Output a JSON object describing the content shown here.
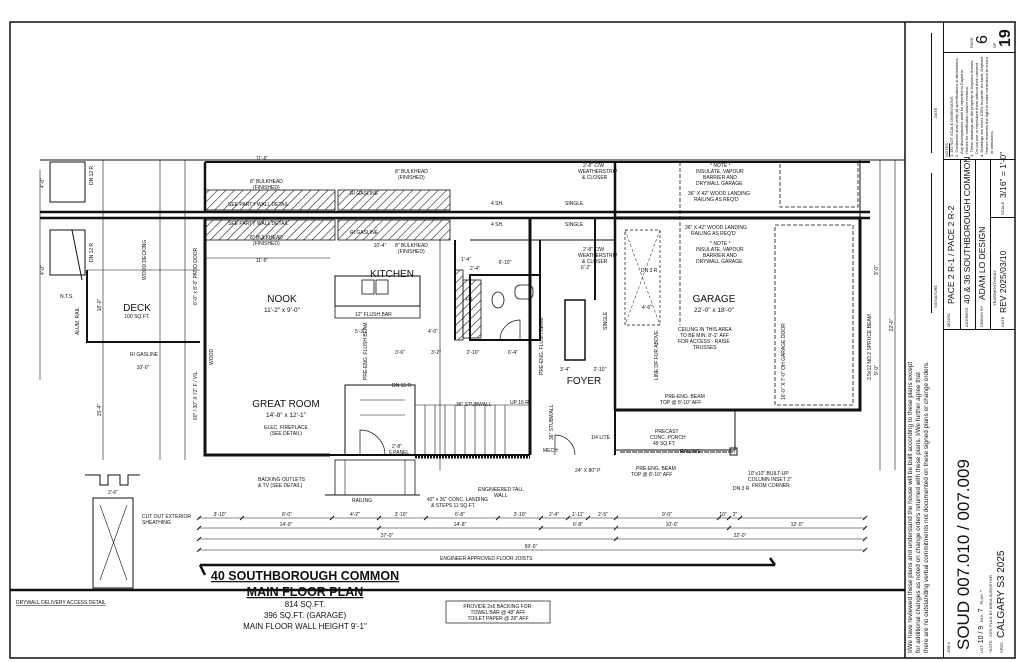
{
  "plan": {
    "title": "40 SOUTHBOROUGH COMMON",
    "subtitle": "MAIN FLOOR PLAN",
    "area": "814 SQ.FT.",
    "garage_area": "396 SQ.FT. (GARAGE)",
    "wall_height": "MAIN FLOOR WALL HEIGHT 9'-1\"",
    "backing_note": [
      "PROVIDE 2x6 BACKING FOR:",
      "TOWEL BAR @ 48\" AFF",
      "TOILET PAPER @ 28\" AFF"
    ],
    "joists_note": "ENGINEER APPROVED FLOOR JOISTS"
  },
  "rooms": {
    "deck": {
      "name": "DECK",
      "size": "100 SQ.FT."
    },
    "nook": {
      "name": "NOOK",
      "size": "11'-2\" x 9'-0\""
    },
    "kitchen": {
      "name": "KITCHEN"
    },
    "great_room": {
      "name": "GREAT ROOM",
      "size": "14'-8\" x 12'-1\"",
      "note": [
        "ELEC. FIREPLACE",
        "(SEE DETAIL)"
      ]
    },
    "foyer": {
      "name": "FOYER"
    },
    "garage": {
      "name": "GARAGE",
      "size": "22'-0\" x 18'-0\""
    }
  },
  "notes": {
    "bulkhead": [
      "8\" BULKHEAD",
      "(FINISHED)"
    ],
    "party_wall": "SEE PARTY WALL DETAIL",
    "ri_gasline": "RI GASLINE",
    "flush_bar": "12\" FLUSH BAR",
    "wood_decking": "WOOD DECKING",
    "alum_rail": "ALUM. RAIL",
    "dn12": "DN 12 R",
    "nts": "N.T.S.",
    "patio_door": "6'-0\" x 8'-0\" PATIO DOOR",
    "window": "60\" / 30\" X 72\" F / VIL",
    "wood": "WOOD",
    "flush_beam": "PRE-ENG. FLUSH BEAM",
    "dn15": "DN 15 R",
    "up16": "UP 16 R",
    "stubwall": "36\" STUBWALL",
    "four_sh": "4 SH.",
    "single": "SINGLE",
    "weatherstrip": [
      "2'-8\" C/W",
      "WEATHERSTRIP",
      "& CLOSER"
    ],
    "insulate": [
      "* NOTE *",
      "INSULATE, VAPOUR",
      "BARRIER AND",
      "DRYWALL GARAGE"
    ],
    "landing_rail": [
      "36\" X 42\" WOOD LANDING",
      "RAILING AS REQ'D"
    ],
    "dn3": "DN 3 R",
    "ceiling": [
      "CEILING IN THIS AREA",
      "TO BE MIN. 8'-1\" AFF",
      "FOR ACCESS - RAISE",
      "TRUSSES"
    ],
    "fur_line": "LINE OF FUR ABOVE",
    "beam_top": [
      "PRE-ENG. BEAM",
      "TOP @ 8'-10\" AFF"
    ],
    "porch": [
      "PRECAST",
      "CONC. PORCH",
      "49 SQ.FT."
    ],
    "railing": "RAILING",
    "quarter_lite": "1/4 LITE",
    "door_24": "24\" X 80\" P",
    "garage_door": "16'-0\" X 7'-0\" OH GARAGE DOOR",
    "spruce_beam": "3.5x12 NO.2 SPRUCE BEAM",
    "column": [
      "10\"x10\" BUILT-UP",
      "COLUMN INSET 2\"",
      "FROM CORNER"
    ],
    "tall_wall": [
      "ENGINEERED TALL",
      "WALL"
    ],
    "conc_landing": [
      "42\" x 36\" CONC. LANDING",
      "& STEPS 11 SQ.FT."
    ],
    "backing_tv": [
      "BACKING OUTLETS",
      "& TV (SEE DETAIL)"
    ],
    "door_panel": [
      "2'-8\"",
      "6 PANEL"
    ],
    "fr": "FR",
    "mech": "MECH",
    "cut_out": [
      "CUT OUT EXTERIOR",
      "SHEATHING"
    ],
    "drywall_detail": "DRYWALL DELIVERY ACCESS DETAIL"
  },
  "dimensions": {
    "row1": [
      "3'-10\"",
      "8'-0\"",
      "4'-2\"",
      "3'-10\"",
      "6'-8\"",
      "3'-10\"",
      "2'-4\"",
      "1'-11\"",
      "2'-5\"",
      "9'-0\"",
      "10\"",
      "2\""
    ],
    "row2": [
      "14'-0\"",
      "14'-8\"",
      "6'-8\"",
      "10'-0\"",
      "12'-0\""
    ],
    "row3": [
      "37'-0\"",
      "22'-0\""
    ],
    "row4": "59'-0\"",
    "misc": [
      "11'-6\"",
      "11'-6\"",
      "10'-4\"",
      "6'-10\"",
      "2'-4\"",
      "1'-4\"",
      "6'-2\"",
      "5'-3\"",
      "4'-0\"",
      "3'-6\"",
      "3'-2\"",
      "2'-10\"",
      "6'-4\"",
      "3'-4\"",
      "2'-10\"",
      "4'-6\"",
      "9'-0\"",
      "9'-0\"",
      "22'-0\"",
      "18'-0\"",
      "4'-0\"",
      "15'-4\"",
      "10'-0\"",
      "4'-0\"",
      "2'-6\""
    ]
  },
  "title_block": {
    "statement": [
      "I/We have reviewed these plans and understand the house will be built according to these plans except",
      "for additional changes as noted on change orders returned with these plans. I/We further agree that",
      "there are no outstanding verbal commitments not documented on these signed plans or change orders."
    ],
    "signature_label": "SIGNATURE",
    "date_label": "DATE",
    "job_label": "JOB #",
    "job": "SOUD 007.010 / 007.009",
    "lot_label": "LOT",
    "lot": "10 / 9",
    "blk_label": "BLK",
    "blk": "7",
    "plan_label": "PLAN",
    "plan": "-",
    "site_note": "*NOTE : SITE PLAN BY AREA SURVEYOR",
    "spec_label": "SPEC",
    "spec": "CALGARY S3 2025",
    "model_label": "MODEL",
    "model": "PACE 2 R-1 / PACE 2 R-2",
    "address_label": "ADDRESS",
    "address": "40 & 36 SOUTHBOROUGH COMMON",
    "drawn_label": "DRAWN BY",
    "drawn": "ADAM LO DESIGN",
    "rev_date_label": "DATE",
    "rev_date_format": "YEAR/MONTH/DAY",
    "rev_date": "REV 2025/03/10",
    "scale_label": "SCALE",
    "scale": "3/16\" = 1'-0\"",
    "notes_label": "NOTES",
    "notes": [
      "1. DO NOT SCALE DIMENSIONS",
      "2. Contractor shall verify all specifications & dimensions.",
      "Any discrepancies shall be reported to Daytona",
      "Homes for clarification and/or revision.",
      "3. These drawings are the property of Daytona Homes.",
      "Do not use or reproduce them without their consent.",
      "4. Drawings are never 100% accurate. As such, Daytona",
      "Homes reserves the right to make corrections to errors",
      "or omissions."
    ],
    "page_label": "PAGE",
    "page": "6",
    "of_label": "OF",
    "total_pages": "19"
  }
}
